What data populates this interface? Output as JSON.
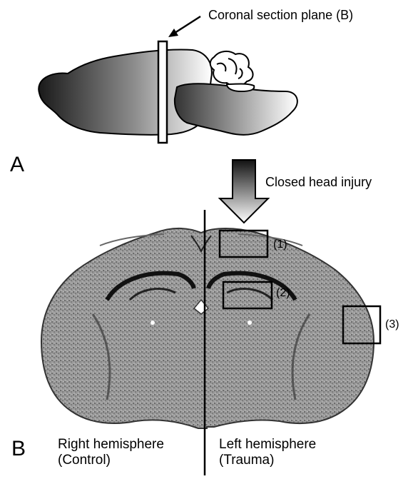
{
  "panels": {
    "a_label": "A",
    "b_label": "B"
  },
  "annotations": {
    "section_plane": "Coronal section plane (B)",
    "injury": "Closed head injury"
  },
  "regions": [
    {
      "label": "(1)"
    },
    {
      "label": "(2)"
    },
    {
      "label": "(3)"
    }
  ],
  "hemispheres": {
    "right_line1": "Right hemisphere",
    "right_line2": "(Control)",
    "left_line1": "Left hemisphere",
    "left_line2": "(Trauma)"
  },
  "colors": {
    "gradient_dark": "#1a1a1a",
    "gradient_light": "#ffffff",
    "tissue": "#8a8a8a",
    "tissue_dark": "#2a2a2a",
    "outline": "#000000"
  }
}
